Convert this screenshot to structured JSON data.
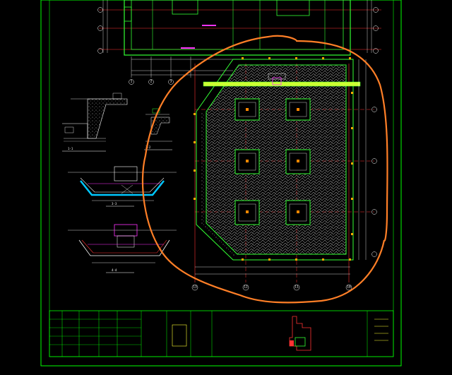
{
  "drawing": {
    "background": "#000000",
    "colors": {
      "frame": "#00ff00",
      "wall": "#33ff33",
      "axis_red": "#ff3333",
      "dim_white": "#ffffff",
      "highlight": "#ff7f27",
      "hatch": "#9a9a9a",
      "cyan": "#00c8ff",
      "magenta": "#ff33ff",
      "yellow": "#ffff33"
    }
  },
  "axis_bubbles_bottom": [
    "13",
    "12",
    "11",
    "10"
  ],
  "axis_bubbles_top": [
    "1",
    "2",
    "3"
  ],
  "detail_captions": [
    "1-1",
    "2-2",
    "3-3",
    "4-4"
  ],
  "title_block": {
    "note_lines": [
      "",
      "",
      ""
    ]
  },
  "icons": {
    "markup_circle": "hand-drawn-orange-ellipse"
  }
}
